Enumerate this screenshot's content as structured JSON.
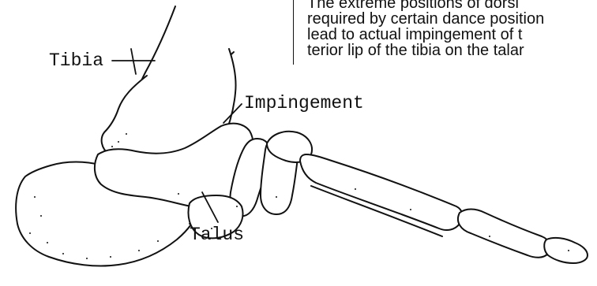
{
  "caption": {
    "lines": [
      "The extreme positions of dorsi",
      "required by certain dance position",
      "lead to actual impingement of t",
      "terior lip of the tibia on the talar"
    ]
  },
  "labels": {
    "tibia": "Tibia",
    "impingement": "Impingement",
    "talus": "Talus"
  }
}
